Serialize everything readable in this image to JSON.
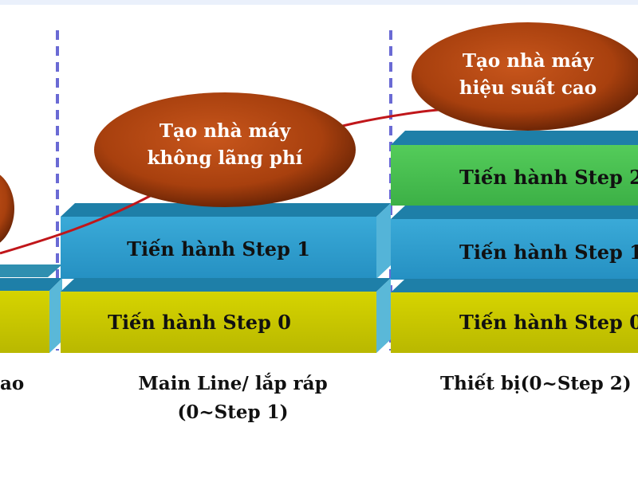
{
  "bubbles": {
    "left_partial": "",
    "middle": {
      "line1": "Tạo nhà máy",
      "line2": "không lãng phí"
    },
    "right": {
      "line1": "Tạo nhà máy",
      "line2": "hiệu suất cao"
    }
  },
  "blocks": {
    "mid_step0": "Tiến hành Step 0",
    "mid_step1": "Tiến hành Step 1",
    "right_step0": "Tiến hành Step 0",
    "right_step1": "Tiến hành Step 1",
    "right_step2": "Tiến hành Step 2"
  },
  "captions": {
    "left_partial": "ao",
    "middle_line1": "Main Line/ lắp ráp",
    "middle_line2": "(0~Step 1)",
    "right": "Thiết bị(0~Step 2)"
  },
  "colors": {
    "step0": "#c8c800",
    "step1": "#2e9ccc",
    "step2": "#48c050",
    "bubble": "#b84a14",
    "curve": "#c0161a",
    "divider": "#6a6ad4"
  }
}
